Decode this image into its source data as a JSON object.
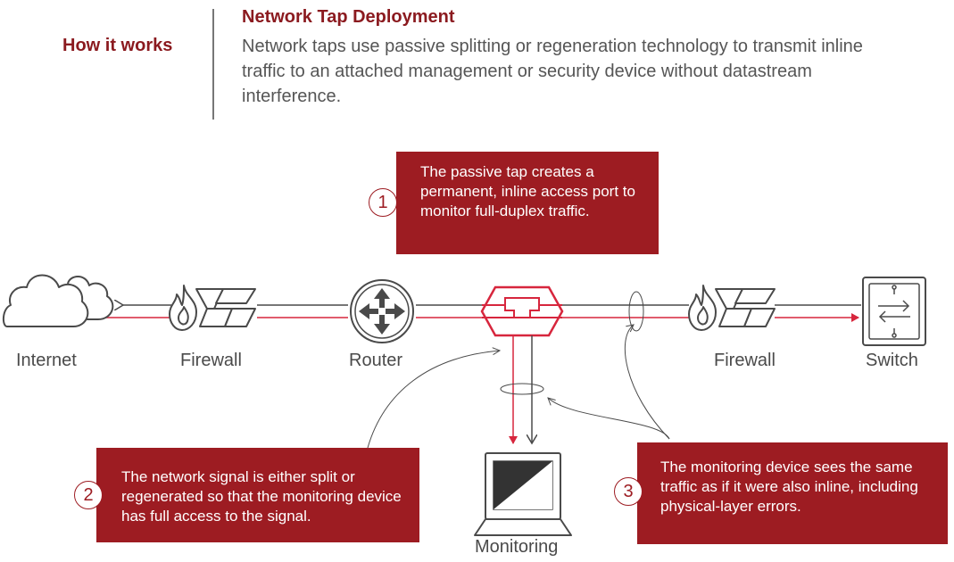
{
  "header": {
    "section_label": "How it works",
    "title": "Network Tap Deployment",
    "description": "Network taps use passive splitting or regeneration technology to transmit inline traffic to an attached management or security device without datastream interference."
  },
  "nodes": {
    "internet": "Internet",
    "firewall_left": "Firewall",
    "router": "Router",
    "firewall_right": "Firewall",
    "switch": "Switch",
    "monitoring": "Monitoring"
  },
  "callouts": [
    {
      "number": "1",
      "text": "The passive tap creates a permanent, inline access port to monitor full-duplex traffic."
    },
    {
      "number": "2",
      "text": "The network signal is either split or regenerated so that the monitoring device has full access to the signal."
    },
    {
      "number": "3",
      "text": "The monitoring device sees the same traffic as if it were also inline, including physical-layer errors."
    }
  ],
  "colors": {
    "accent": "#9d1c22",
    "line": "#4a4a4a",
    "red_line": "#d7263d"
  }
}
